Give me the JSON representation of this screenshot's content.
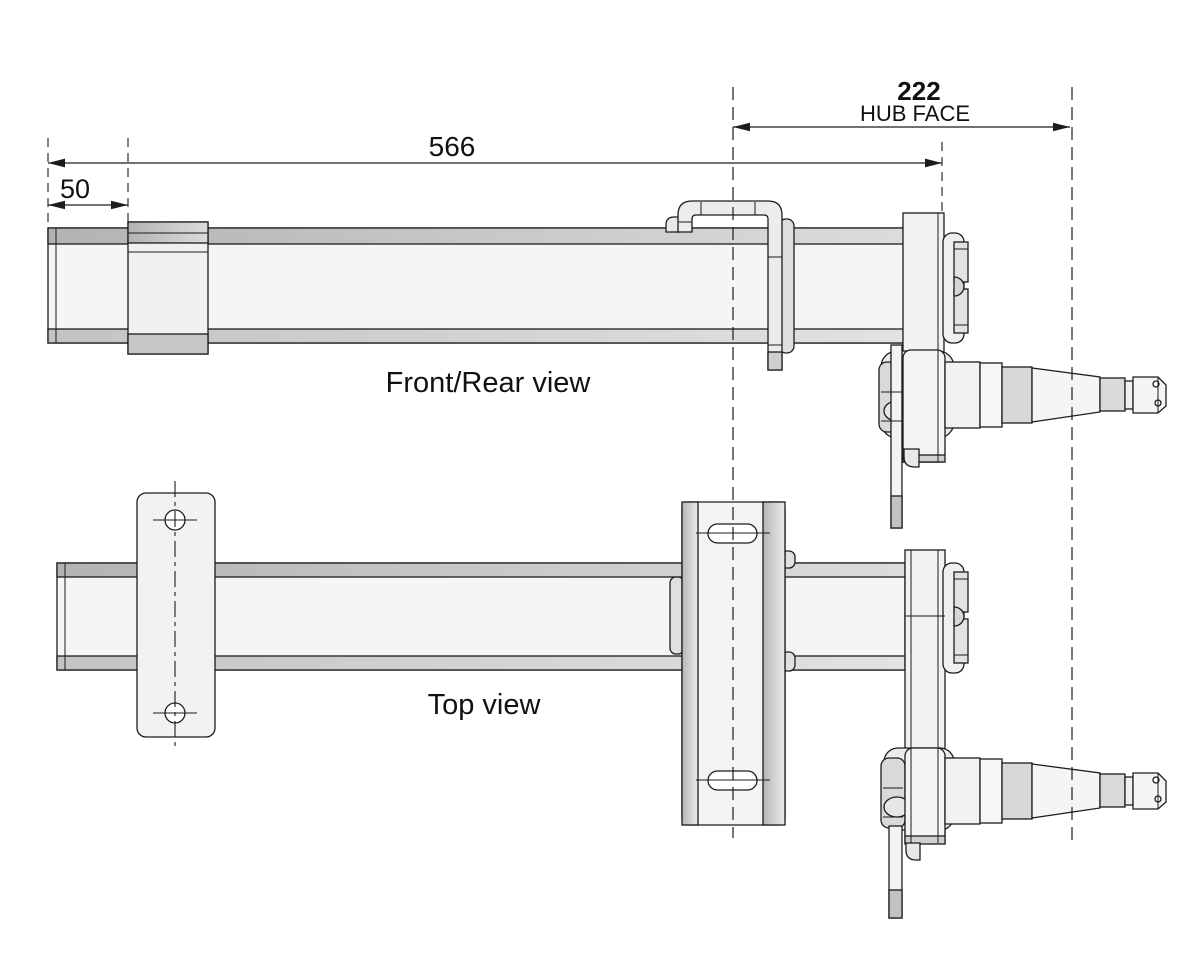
{
  "colors": {
    "background": "#ffffff",
    "line": "#1c1c1c",
    "fill_light": "#f4f4f4",
    "fill_mid": "#d9d9d9"
  },
  "views": {
    "front_rear": {
      "caption": "Front/Rear view"
    },
    "top": {
      "caption": "Top view"
    }
  },
  "dimensions": {
    "clamp_offset": {
      "value": "50"
    },
    "overall": {
      "value": "566"
    },
    "hub_face": {
      "value": "222",
      "label": "HUB FACE"
    }
  }
}
